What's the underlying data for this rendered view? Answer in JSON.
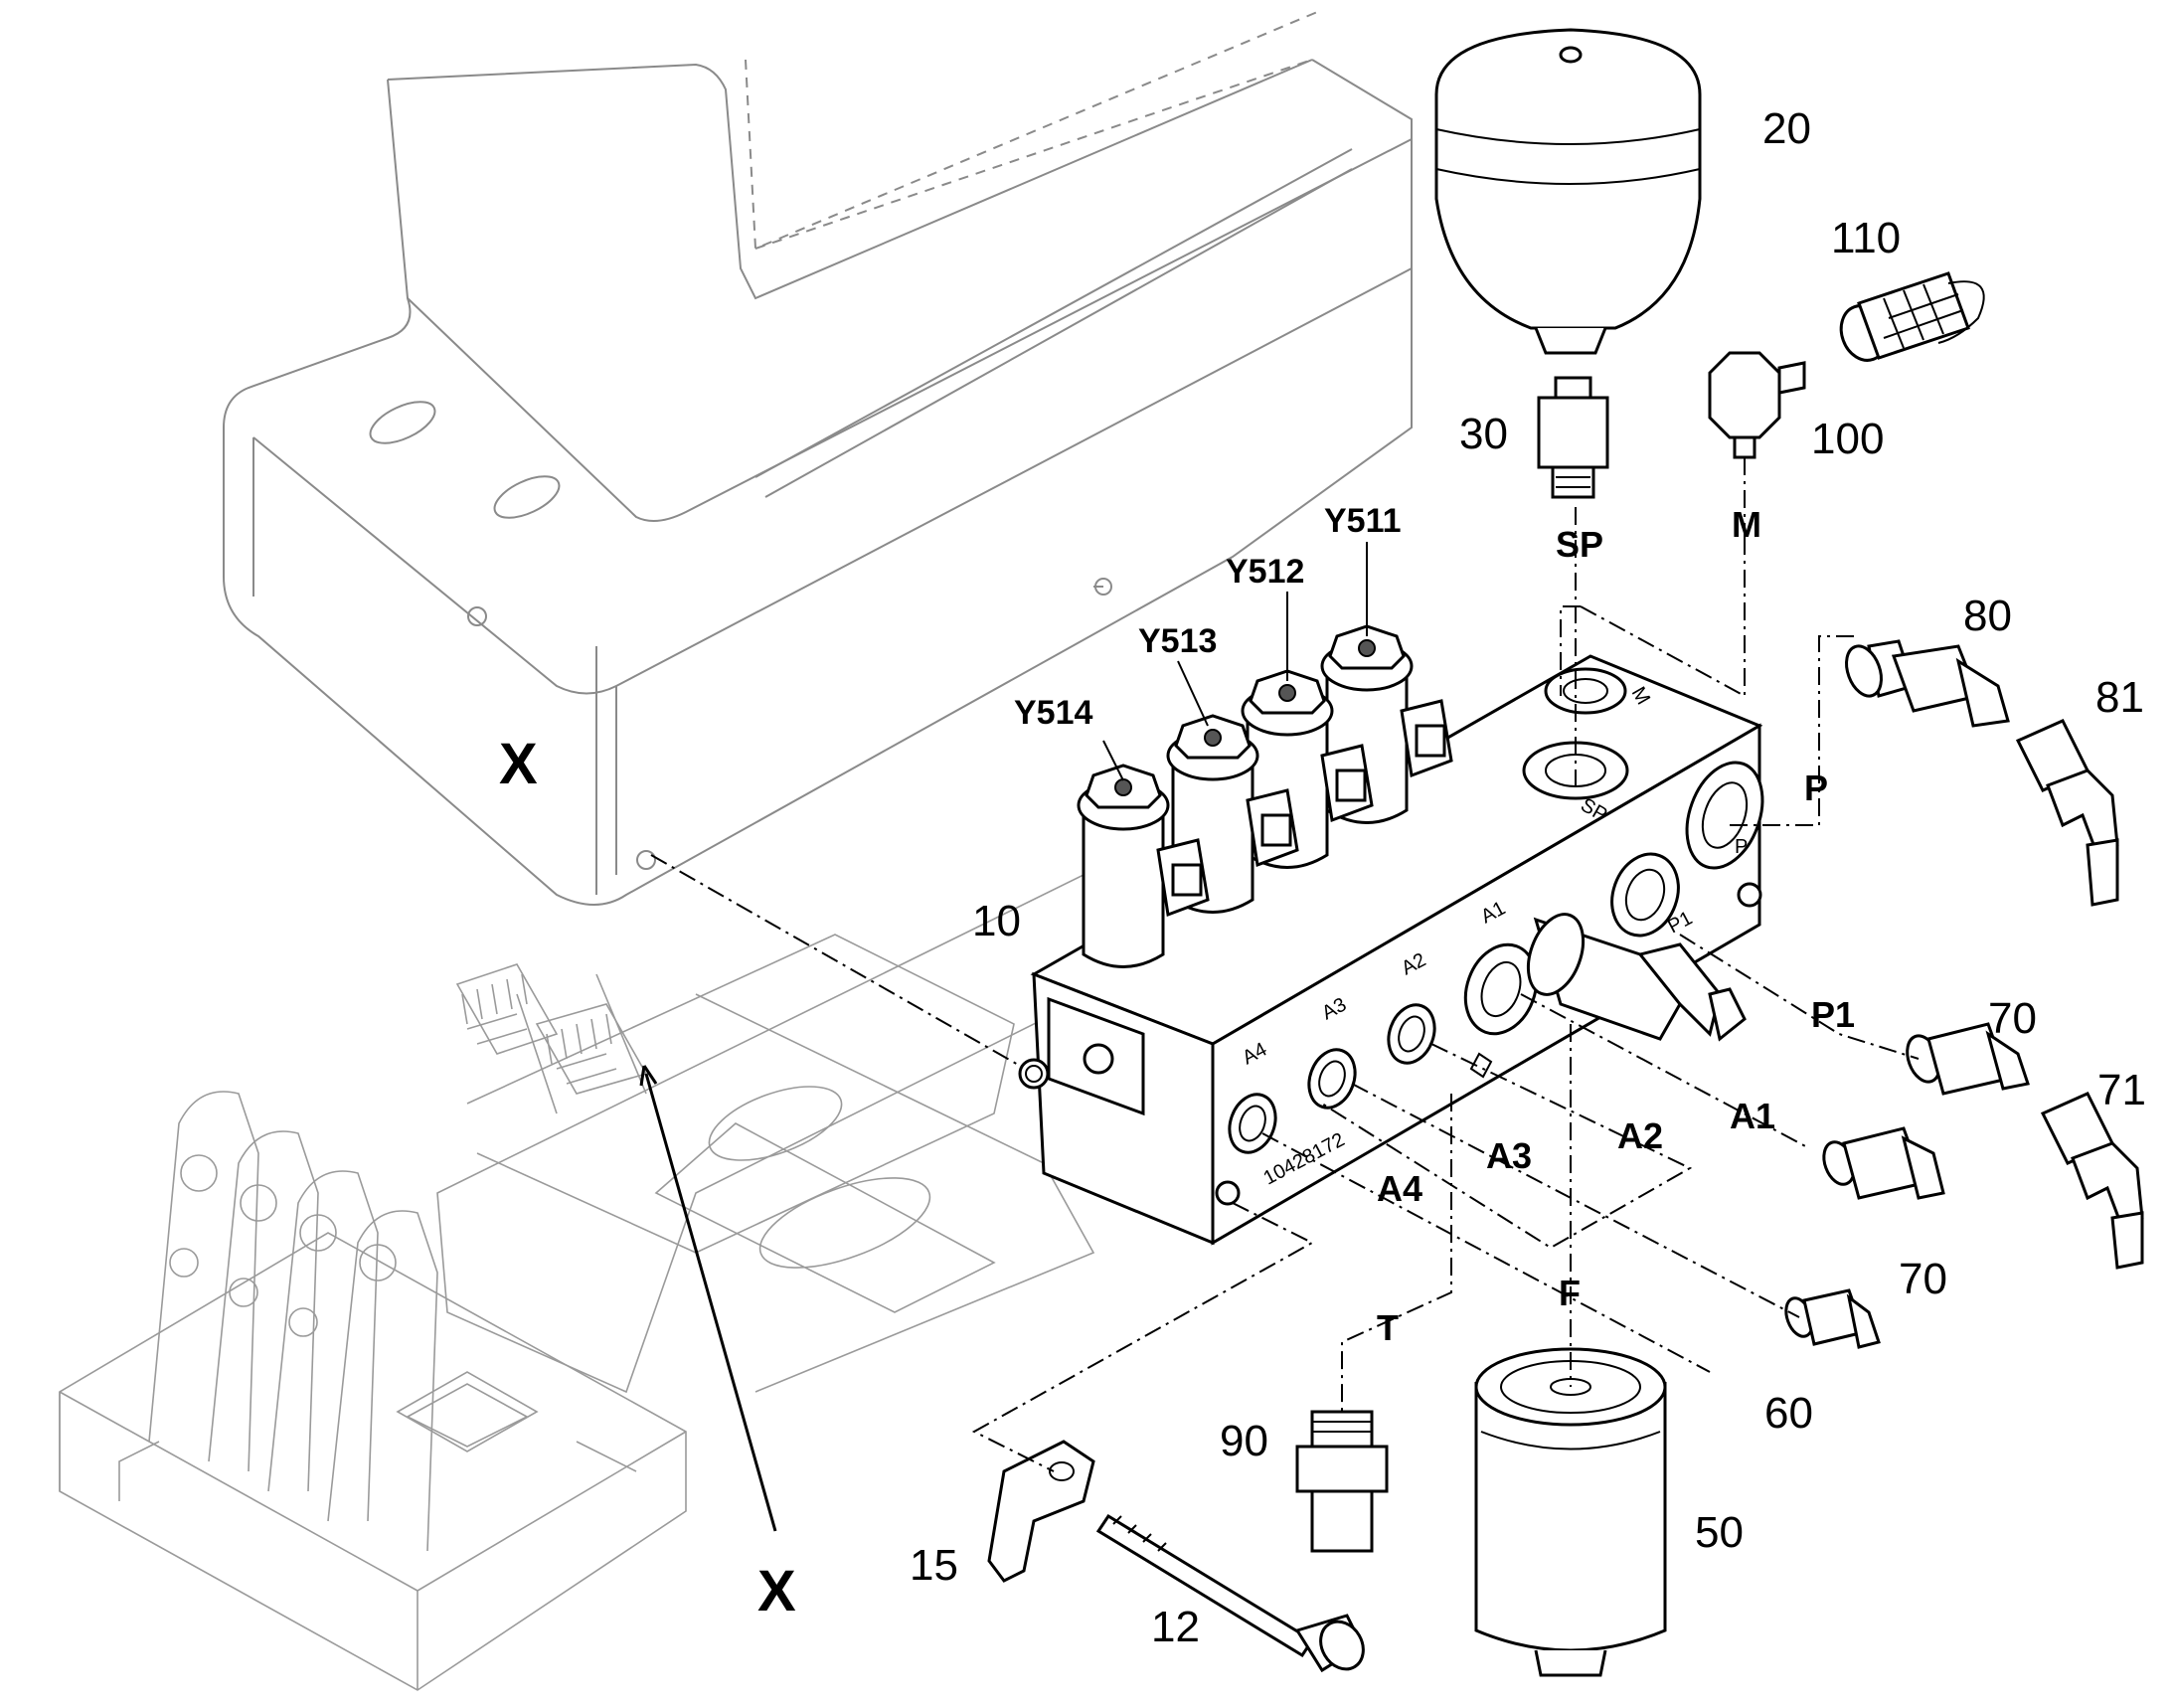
{
  "diagram": {
    "part_labels": {
      "p10": "10",
      "p12": "12",
      "p15": "15",
      "p20": "20",
      "p30": "30",
      "p50": "50",
      "p60": "60",
      "p70a": "70",
      "p70b": "70",
      "p71": "71",
      "p80": "80",
      "p81": "81",
      "p90": "90",
      "p100": "100",
      "p110": "110"
    },
    "port_labels": {
      "sp": "SP",
      "m": "M",
      "p": "P",
      "p1": "P1",
      "a1": "A1",
      "a2": "A2",
      "a3": "A3",
      "a4": "A4",
      "t": "T",
      "f": "F"
    },
    "solenoid_labels": {
      "y511": "Y511",
      "y512": "Y512",
      "y513": "Y513",
      "y514": "Y514"
    },
    "view_markers": {
      "x_top": "X",
      "x_bottom": "X"
    },
    "block_stamps": {
      "part_number": "10428172",
      "a1": "A1",
      "a2": "A2",
      "a3": "A3",
      "a4": "A4",
      "p": "P",
      "p1": "P1",
      "m": "M",
      "sp": "SP"
    }
  }
}
